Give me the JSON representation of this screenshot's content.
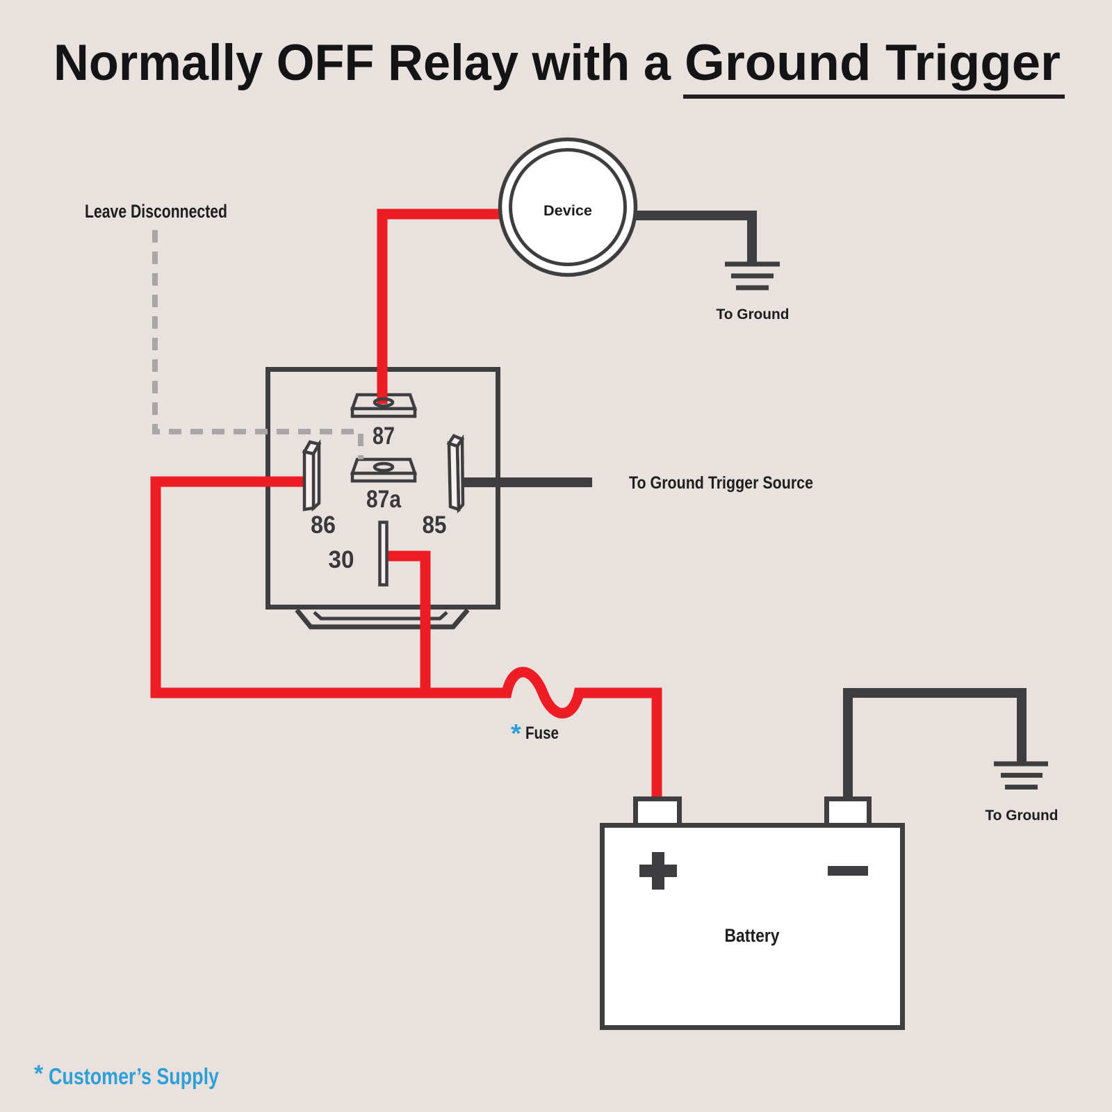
{
  "title": {
    "prefix": "Normally OFF Relay with a",
    "underlined_part": "Ground Trigger"
  },
  "labels": {
    "leave_disconnected": "Leave Disconnected",
    "device": "Device",
    "device_to_ground": "To Ground",
    "trigger_source": "To Ground Trigger Source",
    "fuse_asterisk": "*",
    "fuse": "Fuse",
    "battery": "Battery",
    "battery_to_ground": "To Ground",
    "customer_asterisk": "*",
    "customer_supply": "Customer’s Supply"
  },
  "relay_pins": {
    "pin87": "87",
    "pin87a": "87a",
    "pin86": "86",
    "pin85": "85",
    "pin30": "30"
  },
  "battery_symbols": {
    "positive": "+",
    "negative": "−"
  },
  "colors": {
    "background": "#e8e1de",
    "wire_power_red": "#ee1c25",
    "wire_ground_dark": "#3e3e40",
    "dashed_disconnected_gray": "#a8a6a7",
    "accent_blue": "#2f9fd8",
    "text_dark": "#1d1d1f"
  }
}
